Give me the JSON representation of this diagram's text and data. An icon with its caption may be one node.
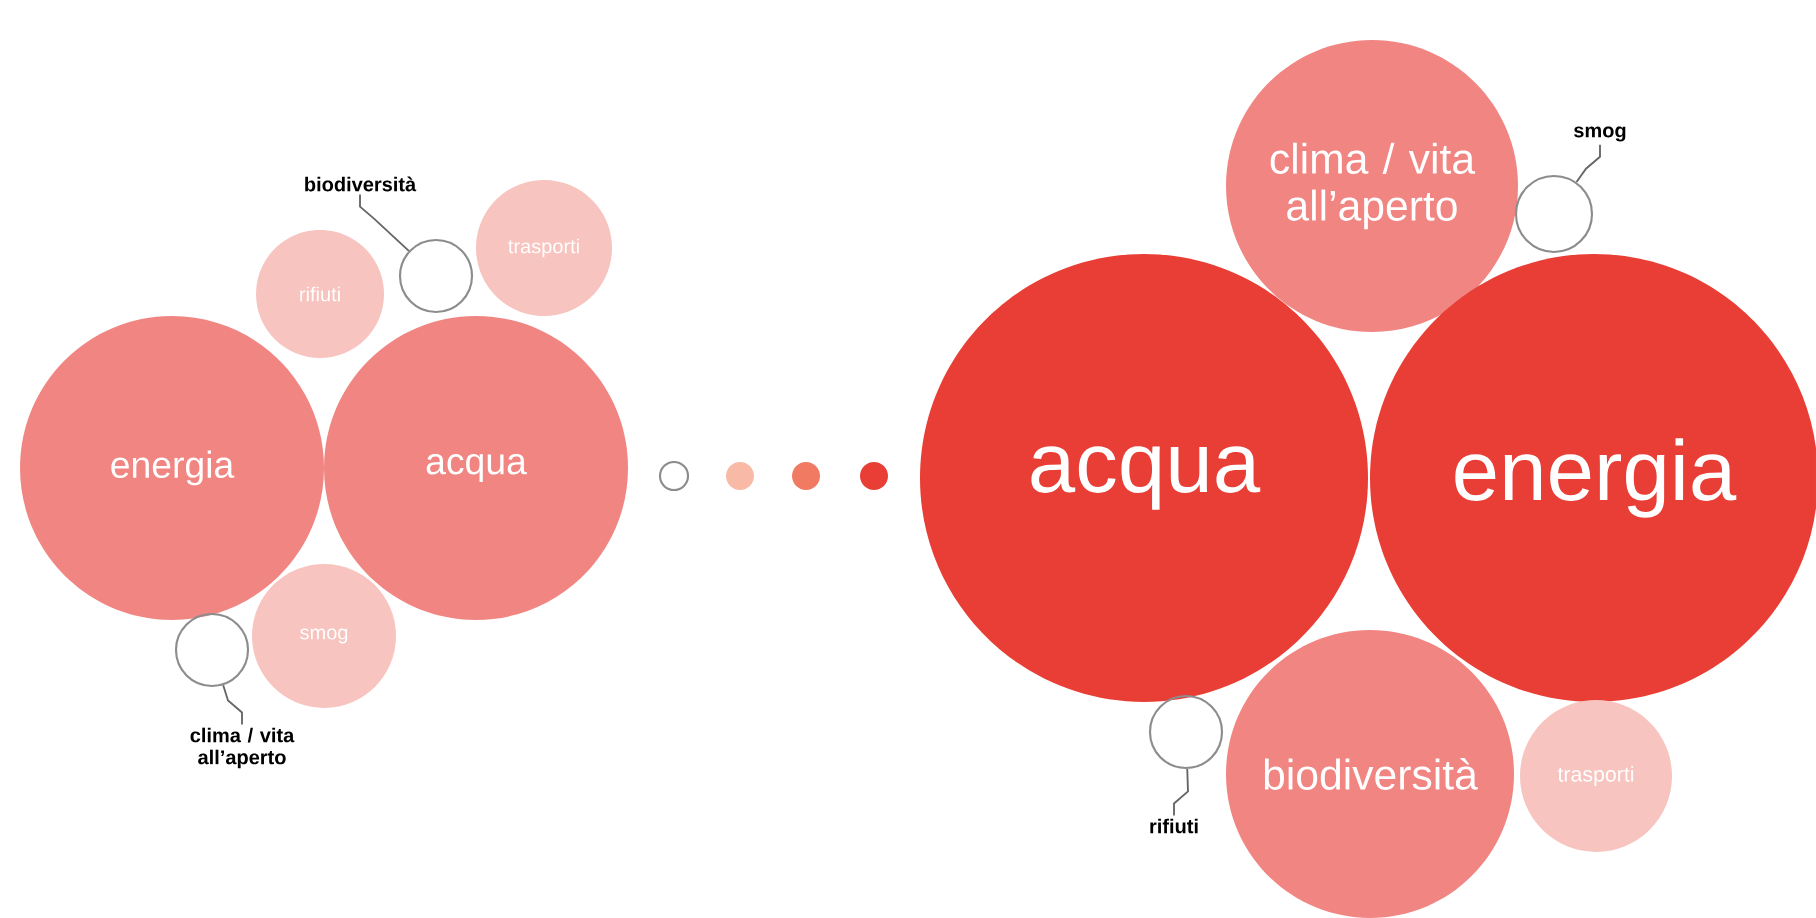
{
  "diagram": {
    "nodes": [
      {
        "text": [
          "biodiversità"
        ]
      },
      {
        "text": [
          "rifiuti"
        ]
      },
      {
        "text": [],
        "shape": "circle"
      },
      {
        "text": [
          "trasporti"
        ]
      },
      {
        "text": [
          "energia"
        ]
      },
      {
        "text": [
          "acqua"
        ]
      },
      {
        "text": [
          "smog"
        ]
      },
      {
        "text": [],
        "shape": "circle"
      },
      {
        "text": [
          "clima / vita all’aperto"
        ]
      },
      {
        "text": [],
        "shape": "circle"
      },
      {
        "text": [],
        "shape": "circle"
      },
      {
        "text": [],
        "shape": "circle"
      },
      {
        "text": [],
        "shape": "circle"
      },
      {
        "text": [
          "clima / vita all’aperto"
        ]
      },
      {
        "text": [
          "smog"
        ]
      },
      {
        "text": [],
        "shape": "circle"
      },
      {
        "text": [
          "acqua"
        ]
      },
      {
        "text": [
          "energia"
        ]
      },
      {
        "text": [],
        "shape": "circle"
      },
      {
        "text": [
          "biodiversità"
        ]
      },
      {
        "text": [
          "trasporti"
        ]
      },
      {
        "text": [
          "rifiuti"
        ]
      }
    ],
    "edges": [
      {
        "from": 0,
        "to": 2,
        "arrow": "none"
      },
      {
        "from": 8,
        "to": 7,
        "arrow": "none"
      },
      {
        "from": 14,
        "to": 15,
        "arrow": "none"
      },
      {
        "from": 21,
        "to": 18,
        "arrow": "none"
      }
    ]
  }
}
